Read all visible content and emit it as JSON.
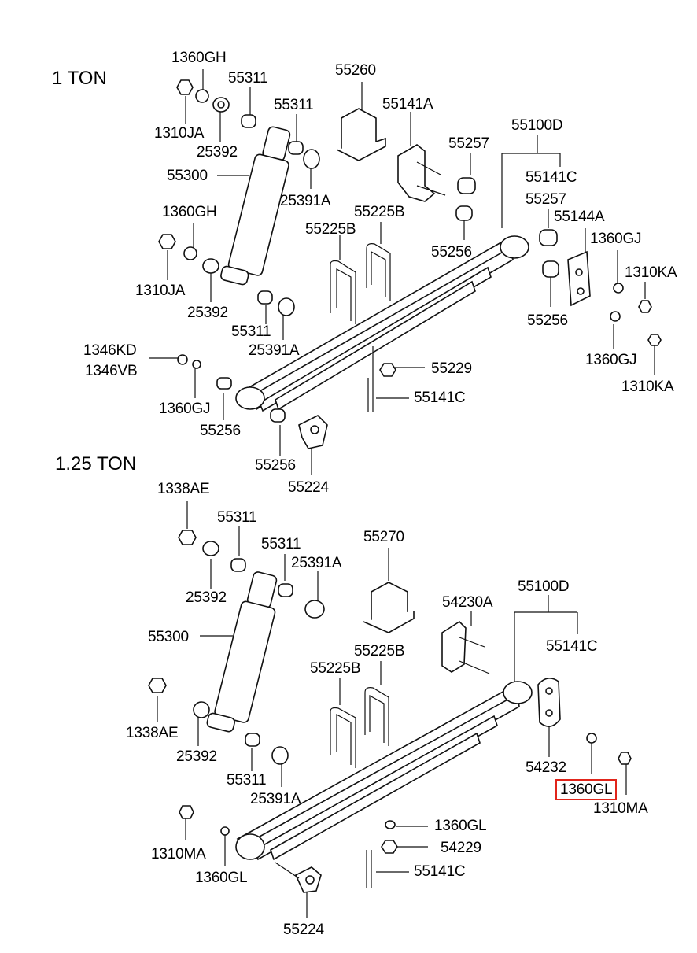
{
  "sections": {
    "top": "1 TON",
    "bottom": "1.25 TON"
  },
  "parts_top": {
    "p1360GH_a": "1360GH",
    "p55311_a": "55311",
    "p55260": "55260",
    "p55311_b": "55311",
    "p55141A": "55141A",
    "p55100D": "55100D",
    "p1310JA_a": "1310JA",
    "p25392_a": "25392",
    "p55257_a": "55257",
    "p55141C_a": "55141C",
    "p55300": "55300",
    "p25391A_a": "25391A",
    "p55257_b": "55257",
    "p1360GH_b": "1360GH",
    "p55225B_a": "55225B",
    "p55144A": "55144A",
    "p55225B_b": "55225B",
    "p1360GJ_a": "1360GJ",
    "p55256_a": "55256",
    "p1310KA_a": "1310KA",
    "p1310JA_b": "1310JA",
    "p25392_b": "25392",
    "p55256_b": "55256",
    "p55311_c": "55311",
    "p1346KD": "1346KD",
    "p25391A_b": "25391A",
    "p1360GJ_b": "1360GJ",
    "p1346VB": "1346VB",
    "p55229": "55229",
    "p1310KA_b": "1310KA",
    "p55141C_b": "55141C",
    "p1360GJ_c": "1360GJ",
    "p55256_c": "55256",
    "p55256_d": "55256",
    "p55224": "55224"
  },
  "parts_bottom": {
    "p1338AE_a": "1338AE",
    "p55311_a": "55311",
    "p55311_b": "55311",
    "p25391A_a": "25391A",
    "p55270": "55270",
    "p25392_a": "25392",
    "p54230A": "54230A",
    "p55100D": "55100D",
    "p55300": "55300",
    "p55141C_a": "55141C",
    "p55225B_a": "55225B",
    "p55225B_b": "55225B",
    "p1338AE_b": "1338AE",
    "p25392_b": "25392",
    "p54232": "54232",
    "p1360GL_hl": "1360GL",
    "p55311_c": "55311",
    "p1310MA_a": "1310MA",
    "p25391A_b": "25391A",
    "p1360GL_a": "1360GL",
    "p54229": "54229",
    "p1310MA_b": "1310MA",
    "p1360GL_b": "1360GL",
    "p55141C_b": "55141C",
    "p55224": "55224"
  },
  "colors": {
    "line": "#111111",
    "highlight": "#e1251b"
  }
}
